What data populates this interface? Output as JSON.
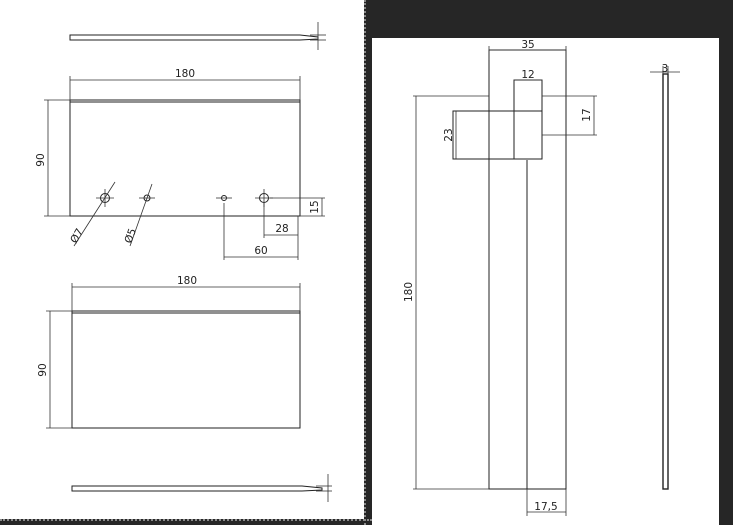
{
  "left_sheet": {
    "top_view": {
      "width_label": "180",
      "height_label": "90"
    },
    "holes": {
      "d7_label": "Ø7",
      "d5_label": "Ø5",
      "dim_28": "28",
      "dim_60": "60",
      "dim_15": "15"
    },
    "bottom_view": {
      "width_label": "180",
      "height_label": "90"
    }
  },
  "right_sheet": {
    "dim_35": "35",
    "dim_12": "12",
    "dim_17": "17",
    "dim_23": "23",
    "dim_180": "180",
    "dim_3": "3",
    "dim_17_5": "17,5"
  }
}
